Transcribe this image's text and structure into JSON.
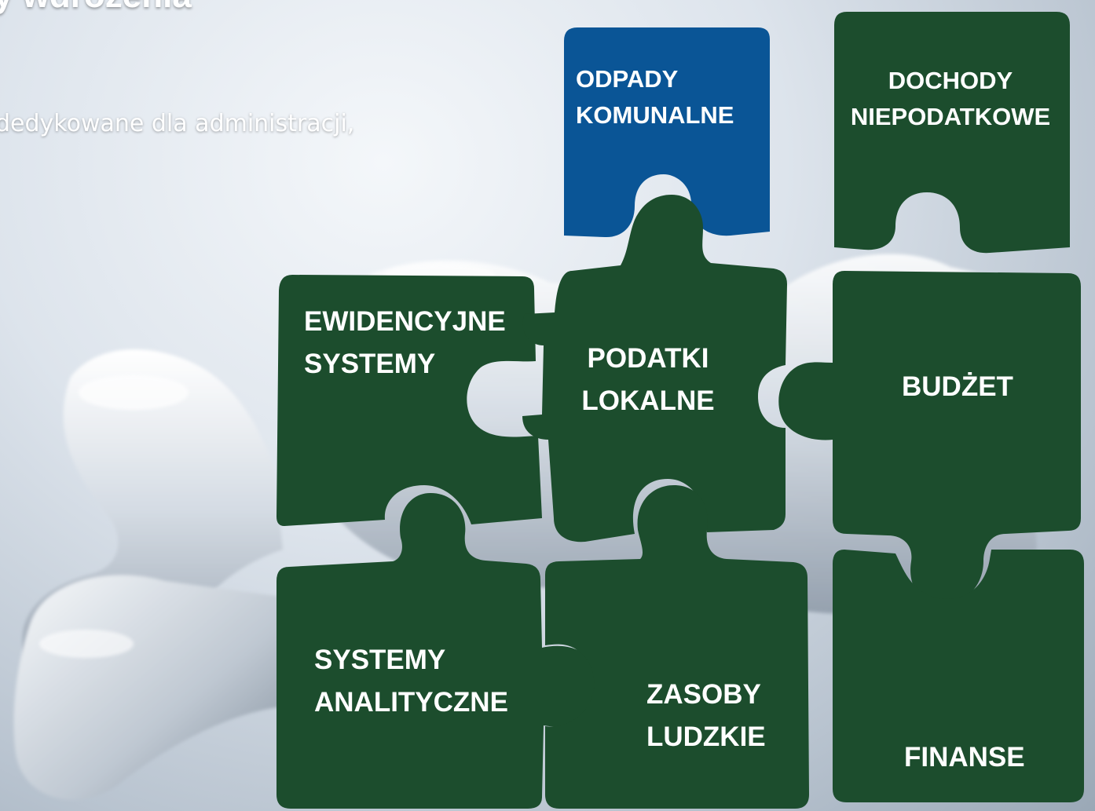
{
  "heading": "y wdrożenia",
  "subtitle": "dedykowane dla administracji,",
  "colors": {
    "piece_green": "#1c4d2d",
    "piece_blue": "#0a5596",
    "label": "#ffffff"
  },
  "pieces": [
    {
      "id": "odpady",
      "label": "ODPADY\nKOMUNALNE",
      "color": "blue"
    },
    {
      "id": "dochody",
      "label": "DOCHODY\nNIEPODATKOWE",
      "color": "green"
    },
    {
      "id": "ewidencyjne",
      "label": "EWIDENCYJNE\nSYSTEMY",
      "color": "green"
    },
    {
      "id": "podatki",
      "label": "PODATKI\nLOKALNE",
      "color": "green"
    },
    {
      "id": "budzet",
      "label": "BUDŻET",
      "color": "green"
    },
    {
      "id": "analityczne",
      "label": "SYSTEMY\nANALITYCZNE",
      "color": "green"
    },
    {
      "id": "zasoby",
      "label": "ZASOBY\nLUDZKIE",
      "color": "green"
    },
    {
      "id": "finanse",
      "label": "FINANSE",
      "color": "green"
    }
  ]
}
